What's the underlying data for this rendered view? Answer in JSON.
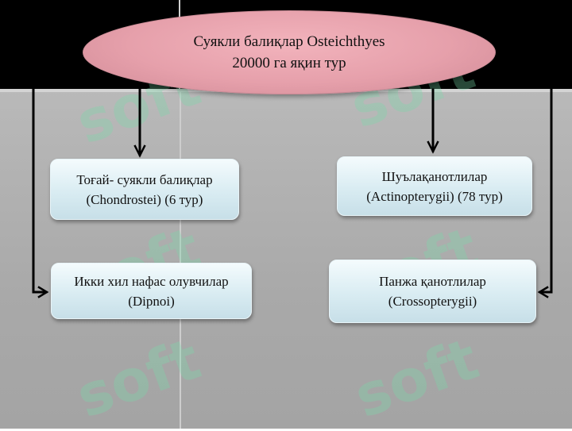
{
  "root": {
    "line1": "Суякли балиқлар  Osteichthyes",
    "line2": "20000 га яқин тур"
  },
  "nodes": {
    "chondrostei": {
      "line1": "Тоғай- суякли балиқлар",
      "line2": "(Chondrostei) (6 тур)"
    },
    "actinopterygii": {
      "line1": "Шуълақанотлилар",
      "line2": "(Actinopterygii) (78 тур)"
    },
    "dipnoi": {
      "line1": "Икки хил нафас олувчилар",
      "line2": "(Dipnoi)"
    },
    "crossopterygii": {
      "line1": "Панжа қанотлилар",
      "line2": "(Crossopterygii)"
    }
  },
  "watermark": {
    "text": "soft"
  },
  "colors": {
    "ellipse_fill": "#e6a0ab",
    "box_fill": "#d9ecf2",
    "arrow": "#000000",
    "top_band": "#000000",
    "background": "#b0b0b0",
    "watermark": "#78dcaa"
  }
}
